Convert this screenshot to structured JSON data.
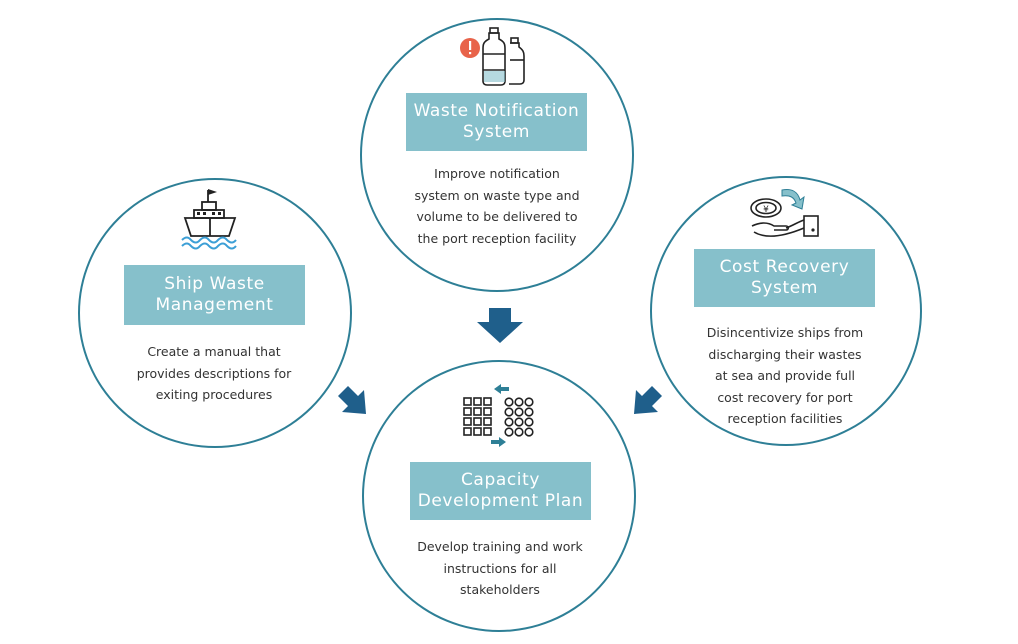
{
  "colors": {
    "circle_border": "#2e7f96",
    "title_fill": "#86c0cb",
    "arrow_fill": "#1f5f8b",
    "text": "#333333"
  },
  "nodes": {
    "waste_notification": {
      "icon": "plastic-bottles-alert-icon",
      "title_lines": [
        "Waste Notification",
        "System"
      ],
      "desc_lines": [
        "Improve notification",
        "system on waste type and",
        "volume to be delivered to",
        "the port reception facility"
      ]
    },
    "ship_waste": {
      "icon": "ship-icon",
      "title_lines": [
        "Ship Waste",
        "Management"
      ],
      "desc_lines": [
        "Create a manual that",
        "provides descriptions for",
        "exiting procedures"
      ]
    },
    "cost_recovery": {
      "icon": "coin-hand-icon",
      "title_lines": [
        "Cost Recovery",
        "System"
      ],
      "desc_lines": [
        "Disincentivize ships from",
        "discharging their wastes",
        "at sea and provide full",
        "cost recovery for port",
        "reception facilities"
      ]
    },
    "capacity": {
      "icon": "grid-transfer-icon",
      "title_lines": [
        "Capacity",
        "Development Plan"
      ],
      "desc_lines": [
        "Develop training and work",
        "instructions for all",
        "stakeholders"
      ]
    }
  }
}
